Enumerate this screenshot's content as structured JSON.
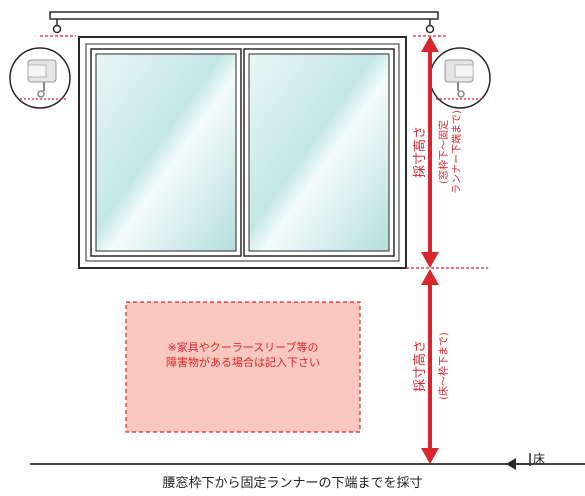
{
  "labels": {
    "upper_title": "採寸高さ",
    "upper_detail_1": "(窓枠下〜固定",
    "upper_detail_2": "ランナー下端まで)",
    "lower_title": "採寸高さ",
    "lower_detail": "(床〜枠下まで)",
    "obstacle_line_1": "※家具やクーラースリーブ等の",
    "obstacle_line_2": "障害物がある場合は記入下さい",
    "floor": "床",
    "caption": "腰窓枠下から固定ランナーの下端までを採寸"
  },
  "colors": {
    "accent_red": "#d8262e",
    "obstacle_fill": "#f9c9c0",
    "frame": "#2a2a2a",
    "glass": "#bfe6e4"
  },
  "icons": {
    "left_hook": "runner-hook-icon",
    "right_hook": "runner-hook-icon",
    "floor_arrow": "arrow-left-icon"
  }
}
